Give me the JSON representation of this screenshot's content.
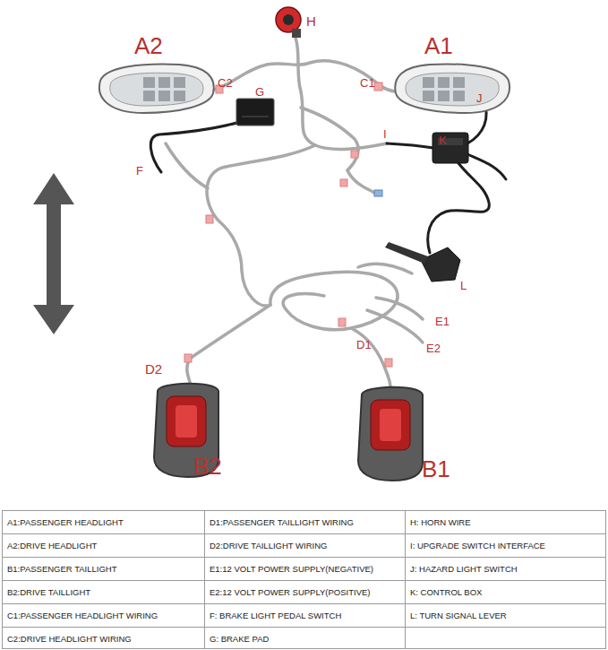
{
  "diagram": {
    "labels": [
      "A2",
      "H",
      "A1",
      "C2",
      "C1",
      "G",
      "J",
      "I",
      "K",
      "F",
      "L",
      "E1",
      "E2",
      "D1",
      "D2",
      "B2",
      "B1",
      "A1:PASSENGER HEADLIGHT",
      "D1:PASSENGER TAILLIGHT WIRING",
      "H: HORN WIRE",
      "A2:DRIVE HEADLIGHT",
      "D2:DRIVE TAILLIGHT WIRING",
      "I: UPGRADE SWITCH INTERFACE",
      "B1:PASSENGER TAILLIGHT",
      "E1:12 VOLT POWER SUPPLY(NEGATIVE)",
      "J: HAZARD LIGHT SWITCH",
      "B2:DRIVE TAILLIGHT",
      "E2:12 VOLT POWER SUPPLY(POSITIVE)",
      "K: CONTROL BOX",
      "C1:PASSENGER HEADLIGHT WIRING",
      "F: BRAKE LIGHT PEDAL SWITCH",
      "L: TURN SIGNAL LEVER",
      "C2:DRIVE HEADLIGHT WIRING",
      "G: BRAKE PAD"
    ]
  }
}
